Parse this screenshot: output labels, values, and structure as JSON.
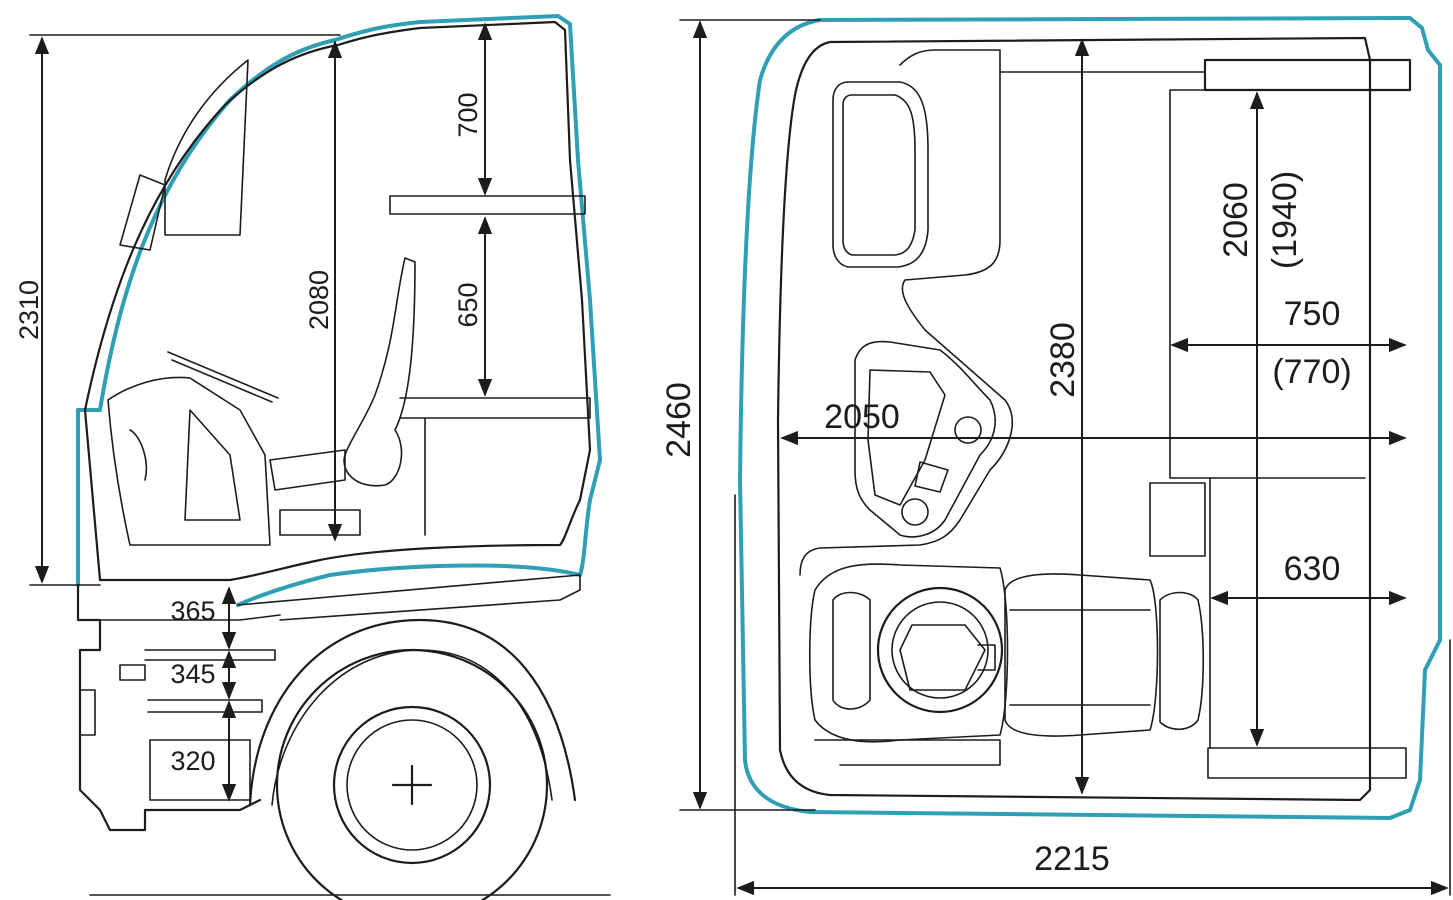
{
  "side_view": {
    "dim_cab_height": "2310",
    "dim_interior_height": "2080",
    "dim_upper_to_bunk": "700",
    "dim_bunk_clearance": "650",
    "dim_step_1": "365",
    "dim_step_2": "345",
    "dim_step_3": "320"
  },
  "top_view": {
    "dim_exterior_width": "2460",
    "dim_interior_width": "2380",
    "dim_interior_length": "2050",
    "dim_exterior_length": "2215",
    "dim_bunk_length": "2060",
    "dim_bunk_length_alt": "(1940)",
    "dim_bunk_width": "750",
    "dim_bunk_width_alt": "(770)",
    "dim_lower_depth": "630"
  },
  "colors": {
    "outline": "#1c1c1c",
    "cab_contour": "#2f9fb4"
  }
}
